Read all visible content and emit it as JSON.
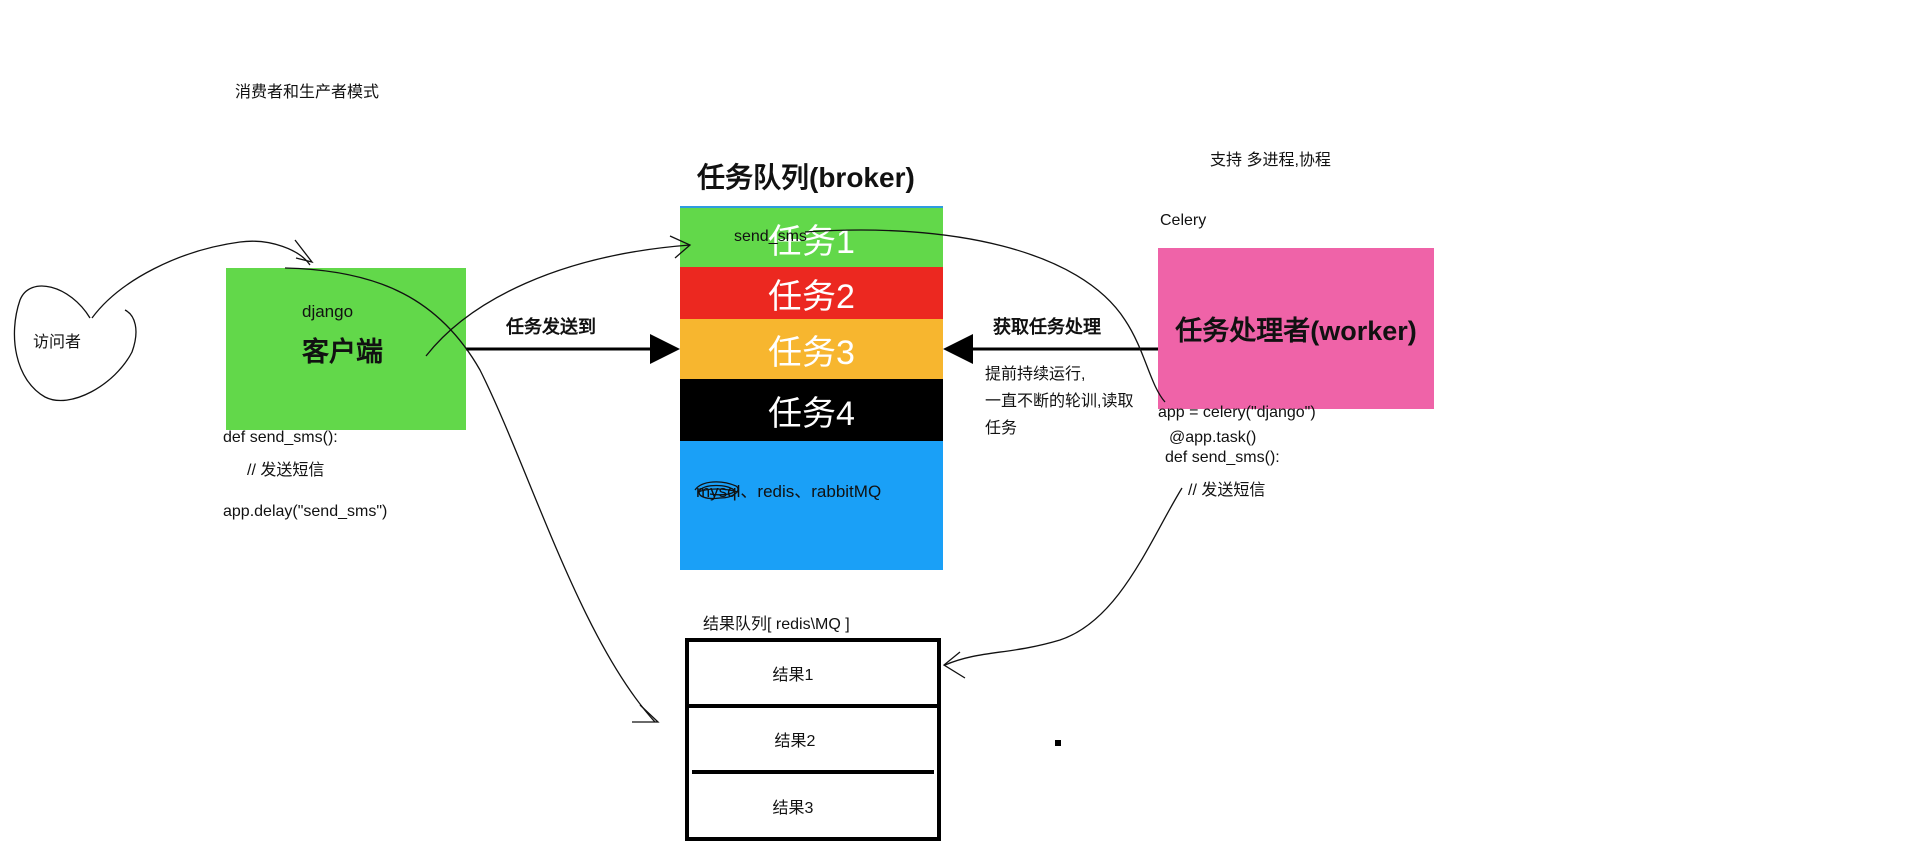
{
  "title_note": "消费者和生产者模式",
  "broker": {
    "title": "任务队列(broker)",
    "send_label": "send_sms",
    "tasks": [
      "任务1",
      "任务2",
      "任务3",
      "任务4"
    ],
    "backends_scribble": "mysql",
    "backends": "、redis、rabbitMQ"
  },
  "visitor": "访问者",
  "client": {
    "framework": "django",
    "label": "客户端"
  },
  "client_code": {
    "line1": "def send_sms():",
    "line2": "// 发送短信",
    "line3": "app.delay(\"send_sms\")"
  },
  "arrows": {
    "send_to": "任务发送到",
    "fetch": "获取任务处理"
  },
  "worker_note": {
    "line1": "提前持续运行,",
    "line2": "一直不断的轮训,读取",
    "line3": "任务"
  },
  "worker": {
    "support": "支持 多进程,协程",
    "celery": "Celery",
    "label": "任务处理者(worker)"
  },
  "worker_code": {
    "line1": "app = celery(\"django\")",
    "line2": "@app.task()",
    "line3": "def send_sms():",
    "line4": "// 发送短信"
  },
  "results": {
    "title": "结果队列[ redis\\MQ ]",
    "items": [
      "结果1",
      "结果2",
      "结果3"
    ]
  },
  "colors": {
    "green": "#62d84a",
    "red": "#ec2820",
    "orange": "#f7b62f",
    "black": "#000000",
    "blue": "#1aa0f7",
    "pink": "#ef63a8"
  }
}
